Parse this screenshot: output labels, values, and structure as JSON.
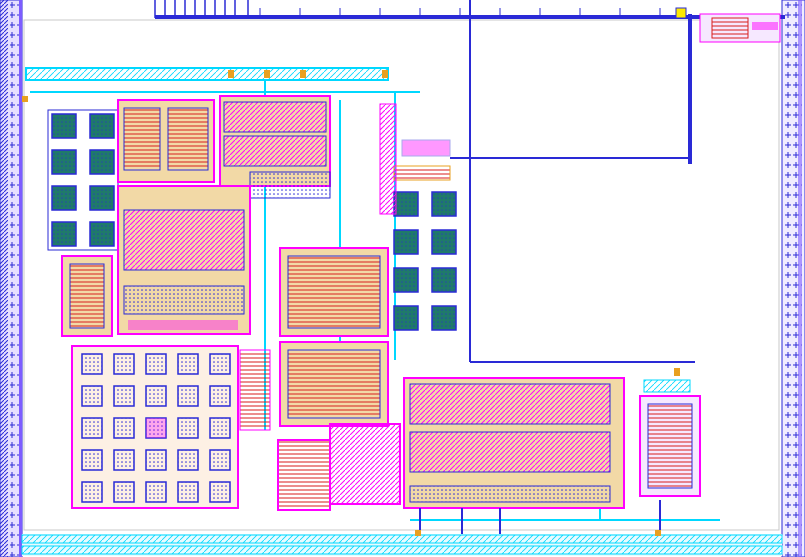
{
  "canvas": {
    "background": "#ffffff"
  },
  "colors": {
    "metal1": "#2a2ad6",
    "metal2": "#ff00ff",
    "metal3": "#00d8ff",
    "poly": "#d81e1e",
    "diffusion": "#e8a020",
    "nwell": "#f2d9a6",
    "via": "#e0e0ff",
    "pad": "#1f7a6a",
    "rail_fill": "#7d5cff",
    "dotted_boundary": "#b8b8b8"
  },
  "layout_blocks": [
    {
      "kind": "left-power-rail"
    },
    {
      "kind": "right-power-rail"
    },
    {
      "kind": "bottom-power-rail"
    },
    {
      "kind": "top-bus"
    },
    {
      "kind": "capacitor-array-left"
    },
    {
      "kind": "transistor-matrix"
    },
    {
      "kind": "resistor-bank-center"
    },
    {
      "kind": "logic-cluster-bottom"
    },
    {
      "kind": "pad-array-right"
    },
    {
      "kind": "resistor-cell-right"
    }
  ]
}
